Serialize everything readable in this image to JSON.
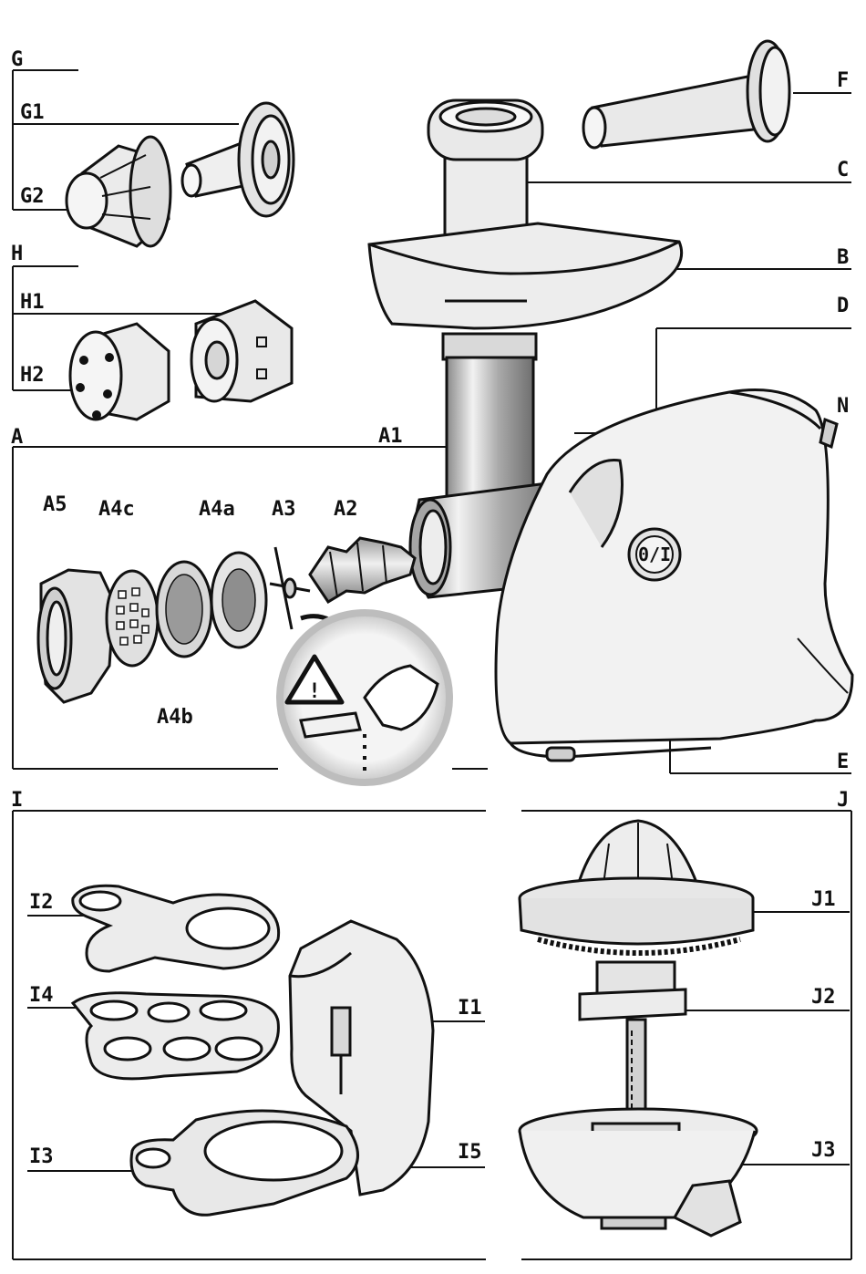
{
  "labels": {
    "G": "G",
    "G1": "G1",
    "G2": "G2",
    "H": "H",
    "H1": "H1",
    "H2": "H2",
    "A": "A",
    "A1": "A1",
    "A2": "A2",
    "A3": "A3",
    "A4a": "A4a",
    "A4b": "A4b",
    "A4c": "A4c",
    "A5": "A5",
    "F": "F",
    "C": "C",
    "B": "B",
    "D": "D",
    "N": "N",
    "E": "E",
    "I": "I",
    "I1": "I1",
    "I2": "I2",
    "I3": "I3",
    "I4": "I4",
    "I5": "I5",
    "J": "J",
    "J1": "J1",
    "J2": "J2",
    "J3": "J3"
  },
  "warning_symbol": "!",
  "switch_symbol": "0/I",
  "colors": {
    "line": "#111111",
    "part_fill": "#e6e6e6",
    "metal_fill": "#bdbdbd",
    "warning_circle": "#cfcfcf"
  },
  "icons": [
    "warning-triangle-icon",
    "hand-icon",
    "power-switch-icon"
  ]
}
